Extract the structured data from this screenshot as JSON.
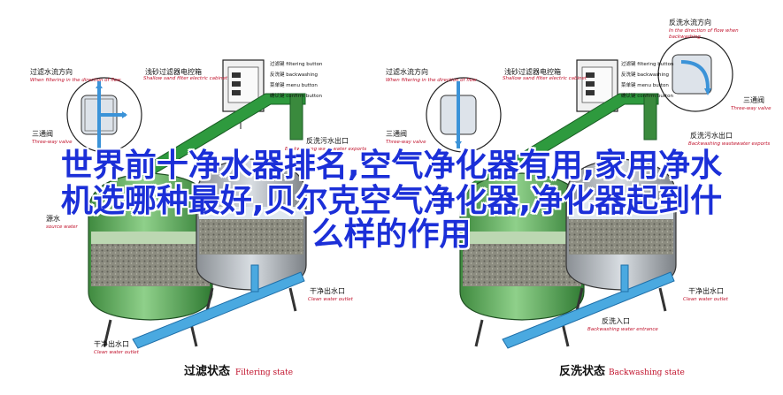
{
  "headline": {
    "line1": "世界前十净水器排名,空气净化器有用,家用净水",
    "line2": "机选哪种最好,贝尔克空气净化器,净化器起到什",
    "line3": "么样的作用"
  },
  "left_panel": {
    "filter_dir_cn": "过滤水流方向",
    "filter_dir_en": "When filtering in the direction of flow",
    "cabinet_cn": "浅砂过滤器电控箱",
    "cabinet_en": "Shallow sand filter electric cabinet",
    "btn_filter": "过滤键 filtering button",
    "btn_backwash": "反洗键 backwashing",
    "btn_menu": "菜单键 menu button",
    "btn_confirm": "确认键 confirm button",
    "threeway_cn": "三通阀",
    "threeway_en": "Three-way valve",
    "waste_cn": "反洗污水出口",
    "waste_en": "Backwashing wastewater exports",
    "source_cn": "源水",
    "source_en": "source water",
    "clean_outlet_cn": "干净出水口",
    "clean_outlet_en": "Clean water outlet",
    "clean_outlet2_cn": "干净出水口",
    "clean_outlet2_en": "Clean water outlet",
    "state_cn": "过滤状态",
    "state_en": "Filtering state"
  },
  "right_panel": {
    "backwash_dir_cn": "反洗水流方向",
    "backwash_dir_en1": "In the direction of flow when",
    "backwash_dir_en2": "backwashing",
    "filter_dir_cn": "过滤水流方向",
    "filter_dir_en": "When filtering in the direction of flow",
    "cabinet_cn": "浅砂过滤器电控箱",
    "cabinet_en": "Shallow sand filter electric cabinet",
    "btn_filter": "过滤键 filtering button",
    "btn_backwash": "反洗键 backwashing",
    "btn_menu": "菜单键 menu button",
    "btn_confirm": "确认键 confirm button",
    "threeway_cn": "三通阀",
    "threeway_en": "Three-way valve",
    "threeway2_cn": "三通阀",
    "threeway2_en": "Three-way valve",
    "waste_cn": "反洗污水出口",
    "waste_en": "Backwashing wastewater exports",
    "clean_outlet_cn": "干净出水口",
    "clean_outlet_en": "Clean water outlet",
    "backwash_in_cn": "反洗入口",
    "backwash_in_en": "Backwashing water entrance",
    "state_cn": "反洗状态",
    "state_en": "Backwashing state"
  },
  "colors": {
    "headline": "#1b2fd8",
    "pipe_green": "#2e9a3e",
    "pipe_blue": "#4aa9e0",
    "tank_green": "#5fa85c",
    "sand": "#9a9a8e",
    "label_red": "#c0102a"
  }
}
